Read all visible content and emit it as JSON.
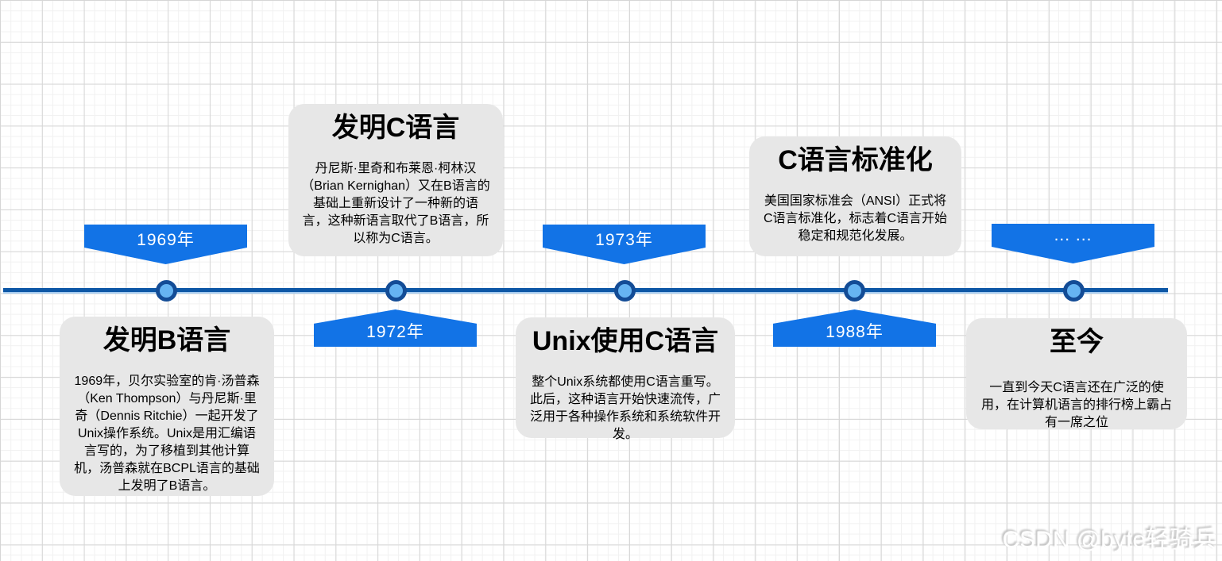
{
  "colors": {
    "flag_blue": "#1273e6",
    "axis_dark_blue": "#0d57a6",
    "axis_light_blue": "#a6ccf0",
    "node_fill": "#66b4f2",
    "node_ring": "#134c96",
    "card_background": "#e7e7e7",
    "grid_minor": "#f1f1f1",
    "grid_major": "#d6d6d6"
  },
  "timeline": {
    "flags": [
      {
        "label": "1969年",
        "position": "above"
      },
      {
        "label": "1972年",
        "position": "below"
      },
      {
        "label": "1973年",
        "position": "above"
      },
      {
        "label": "1988年",
        "position": "below"
      },
      {
        "label": "... ...",
        "position": "above"
      }
    ],
    "cards": [
      {
        "title": "发明B语言",
        "body": "1969年，贝尔实验室的肯·汤普森（Ken Thompson）与丹尼斯·里奇（Dennis Ritchie）一起开发了Unix操作系统。Unix是用汇编语言写的，为了移植到其他计算机，汤普森就在BCPL语言的基础上发明了B语言。"
      },
      {
        "title": "发明C语言",
        "body": "丹尼斯·里奇和布莱恩·柯林汉（Brian Kernighan）又在B语言的基础上重新设计了一种新的语言，这种新语言取代了B语言，所以称为C语言。"
      },
      {
        "title": "Unix使用C语言",
        "body": "整个Unix系统都使用C语言重写。此后，这种语言开始快速流传，广泛用于各种操作系统和系统软件开发。"
      },
      {
        "title": "C语言标准化",
        "body": "美国国家标准会（ANSI）正式将C语言标准化，标志着C语言开始稳定和规范化发展。"
      },
      {
        "title": "至今",
        "body": "一直到今天C语言还在广泛的使用，在计算机语言的排行榜上霸占有一席之位"
      }
    ]
  },
  "watermark": "CSDN @byte轻骑兵"
}
